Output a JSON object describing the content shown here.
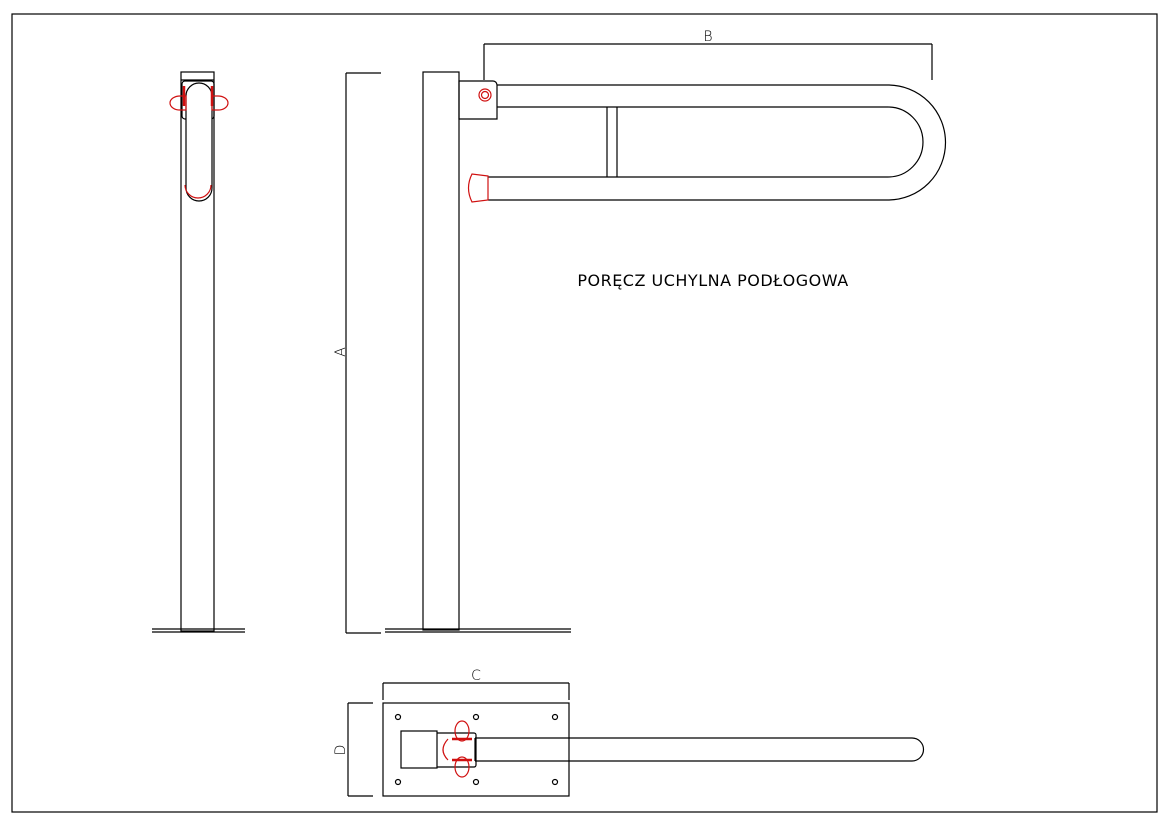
{
  "title": "PORĘCZ UCHYLNA PODŁOGOWA",
  "dimensions": {
    "a": "A",
    "b": "B",
    "c": "C",
    "d": "D"
  },
  "colors": {
    "line": "#000000",
    "accent": "#d01010"
  }
}
